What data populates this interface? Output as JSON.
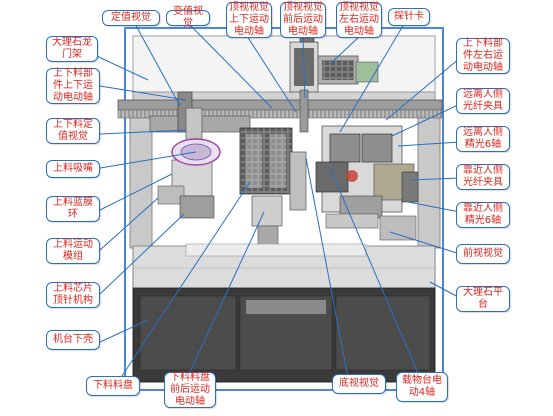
{
  "colors": {
    "accent": "#2a6fc2",
    "label_text": "#d9251c",
    "frame_blue": "#4a86e0",
    "machine_gray": "#8e8e8e",
    "machine_dark": "#3a3a3a"
  },
  "callouts": {
    "fixed_vision": "定值视觉",
    "var_vision": "变值视觉",
    "top_vision_updown": "顶视视觉\n上下运动\n电动轴",
    "top_vision_frontback": "顶视视觉\n前后运动\n电动轴",
    "top_vision_leftright": "顶视视觉\n左右运动\n电动轴",
    "probe_card": "探针卡",
    "marble_gantry": "大理石龙\n门架",
    "loader_updown": "上下料部\n件上下运\n动电动轴",
    "loader_leftright": "上下料部\n件左右运\n动电动轴",
    "loader_fixed_vision": "上下料定\n值视觉",
    "far_fiber_clamp": "远离人侧\n光纤夹具",
    "loader_suction": "上料吸嘴",
    "far_precision_axis": "远离人侧\n精光6轴",
    "loader_rotary_ring": "上料蓝膜\n环",
    "near_fiber_clamp": "靠近人侧\n光纤夹具",
    "near_precision_axis": "靠近人侧\n精光6轴",
    "loader_motion_module": "上料运动\n模组",
    "front_vision": "前视视觉",
    "loader_chip_ejector": "上料芯片\n顶针机构",
    "marble_platform": "大理石平\n台",
    "base_cover": "机台下壳",
    "unload_tray": "下料料盘",
    "unload_tray_axis": "下料料盘\n前后运动\n电动轴",
    "bottom_vision": "底视视觉",
    "stage_4axis": "载物台电\n动4轴"
  }
}
